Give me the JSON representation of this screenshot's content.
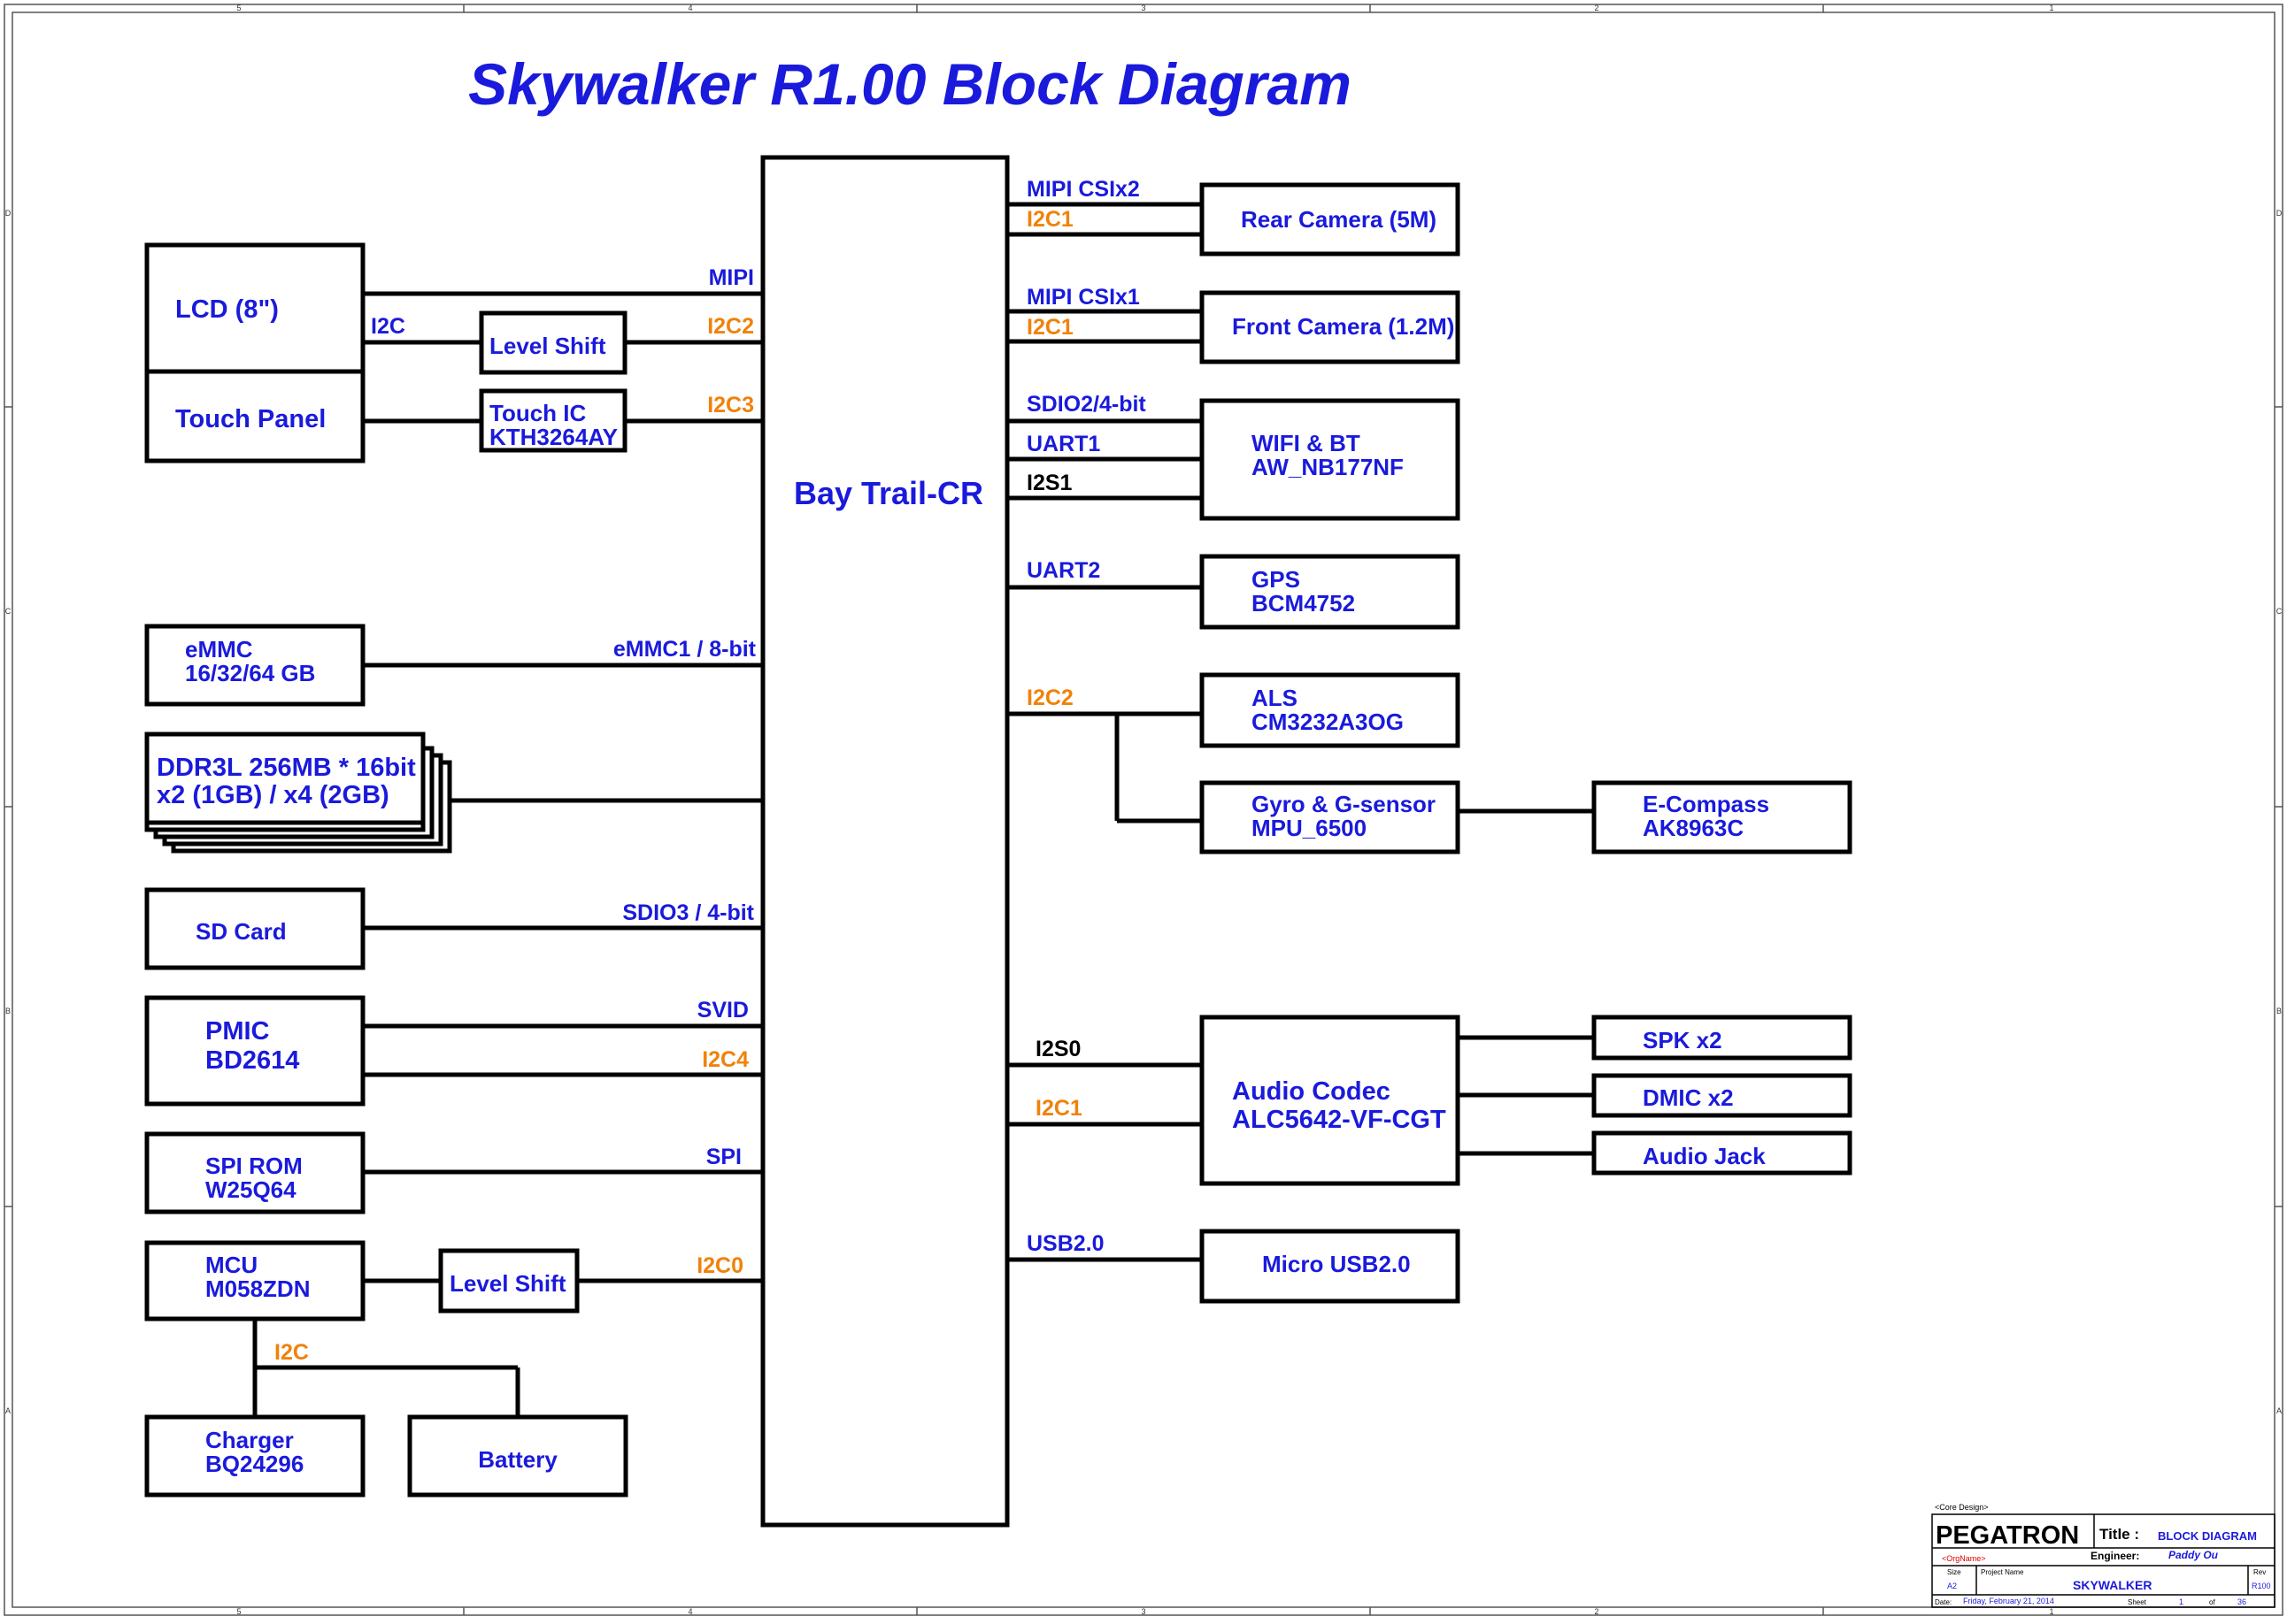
{
  "title": "Skywalker R1.00 Block Diagram",
  "border": {
    "top_numbers": [
      "5",
      "4",
      "3",
      "2",
      "1"
    ],
    "bottom_numbers": [
      "5",
      "4",
      "3",
      "2",
      "1"
    ],
    "left_letters": [
      "D",
      "C",
      "B",
      "A"
    ],
    "right_letters": [
      "D",
      "C",
      "B",
      "A"
    ]
  },
  "soc": {
    "label": "Bay Trail-CR"
  },
  "blocks": {
    "lcd": [
      "LCD (8\")"
    ],
    "touch_panel": [
      "Touch Panel"
    ],
    "level_shift_top": [
      "Level Shift"
    ],
    "touch_ic": [
      "Touch IC",
      "KTH3264AY"
    ],
    "emmc": [
      "eMMC",
      "16/32/64 GB"
    ],
    "ddr": [
      "DDR3L 256MB * 16bit",
      "x2 (1GB) / x4 (2GB)"
    ],
    "sd_card": [
      "SD Card"
    ],
    "pmic": [
      "PMIC",
      "BD2614"
    ],
    "spi_rom": [
      "SPI ROM",
      "W25Q64"
    ],
    "mcu": [
      "MCU",
      "M058ZDN"
    ],
    "level_shift_bottom": [
      "Level Shift"
    ],
    "charger": [
      "Charger",
      "BQ24296"
    ],
    "battery": [
      "Battery"
    ],
    "rear_camera": [
      "Rear Camera (5M)"
    ],
    "front_camera": [
      "Front Camera (1.2M)"
    ],
    "wifi_bt": [
      "WIFI & BT",
      "AW_NB177NF"
    ],
    "gps": [
      "GPS",
      "BCM4752"
    ],
    "als": [
      "ALS",
      "CM3232A3OG"
    ],
    "gyro": [
      "Gyro & G-sensor",
      "MPU_6500"
    ],
    "ecompass": [
      "E-Compass",
      "AK8963C"
    ],
    "audio_codec": [
      "Audio Codec",
      "ALC5642-VF-CGT"
    ],
    "spk": [
      "SPK x2"
    ],
    "dmic": [
      "DMIC x2"
    ],
    "audio_jack": [
      "Audio Jack"
    ],
    "micro_usb": [
      "Micro USB2.0"
    ]
  },
  "bus_labels": {
    "mipi": "MIPI",
    "lcd_i2c": "I2C",
    "i2c2_left": "I2C2",
    "i2c3": "I2C3",
    "emmc1": "eMMC1 / 8-bit",
    "sdio3": "SDIO3 / 4-bit",
    "svid": "SVID",
    "i2c4": "I2C4",
    "spi": "SPI",
    "i2c0": "I2C0",
    "mcu_i2c": "I2C",
    "mipi_csi2": "MIPI CSIx2",
    "i2c1_rear": "I2C1",
    "mipi_csi1": "MIPI CSIx1",
    "i2c1_front": "I2C1",
    "sdio2": "SDIO2/4-bit",
    "uart1": "UART1",
    "i2s1": "I2S1",
    "uart2": "UART2",
    "i2c2_right": "I2C2",
    "i2s0": "I2S0",
    "i2c1_audio": "I2C1",
    "usb2": "USB2.0"
  },
  "title_block": {
    "core_design": "<Core Design>",
    "company": "PEGATRON",
    "title_label": "Title :",
    "title_value": "BLOCK DIAGRAM",
    "org_name": "<OrgName>",
    "engineer_label": "Engineer:",
    "engineer_value": "Paddy Ou",
    "size_label": "Size",
    "size_value": "A2",
    "project_label": "Project Name",
    "project_value": "SKYWALKER",
    "rev_label": "Rev",
    "rev_value": "R100",
    "date_label": "Date:",
    "date_value": "Friday, February 21, 2014",
    "sheet_label": "Sheet",
    "sheet_value": "1",
    "of_label": "of",
    "of_value": "36"
  },
  "colors": {
    "blue_text": "#1a1adc",
    "orange_text": "#f0820a",
    "black_text": "#000000",
    "title": "#1a1adc"
  }
}
